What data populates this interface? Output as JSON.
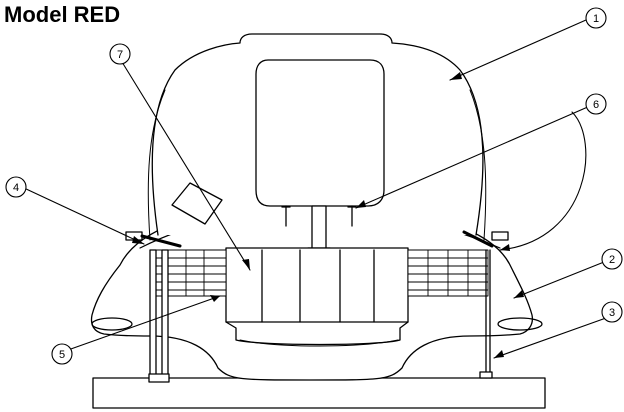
{
  "diagram": {
    "title": "Model RED",
    "callouts": [
      {
        "id": "callout-1",
        "number": "1"
      },
      {
        "id": "callout-2",
        "number": "2"
      },
      {
        "id": "callout-3",
        "number": "3"
      },
      {
        "id": "callout-4",
        "number": "4"
      },
      {
        "id": "callout-5",
        "number": "5"
      },
      {
        "id": "callout-6",
        "number": "6"
      },
      {
        "id": "callout-7",
        "number": "7"
      }
    ]
  },
  "colors": {
    "line": "#000000",
    "background": "#ffffff"
  }
}
